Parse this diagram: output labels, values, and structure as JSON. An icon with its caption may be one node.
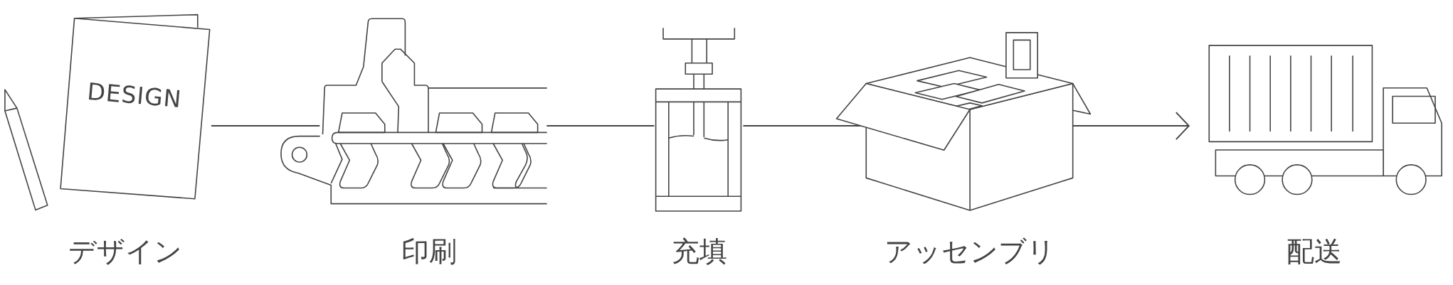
{
  "diagram": {
    "nodes": [
      {
        "text": [
          "DESIGN",
          "デザイン"
        ]
      },
      {
        "text": [
          "印刷"
        ]
      },
      {
        "text": [
          "充填"
        ]
      },
      {
        "text": [
          "アッセンブリ"
        ]
      },
      {
        "text": [
          "配送"
        ]
      }
    ],
    "edges": [
      {
        "from": 0,
        "to": 1,
        "arrow": "none"
      },
      {
        "from": 1,
        "to": 2,
        "arrow": "none"
      },
      {
        "from": 2,
        "to": 3,
        "arrow": "none"
      },
      {
        "from": 3,
        "to": 4,
        "arrow": "to"
      }
    ]
  }
}
